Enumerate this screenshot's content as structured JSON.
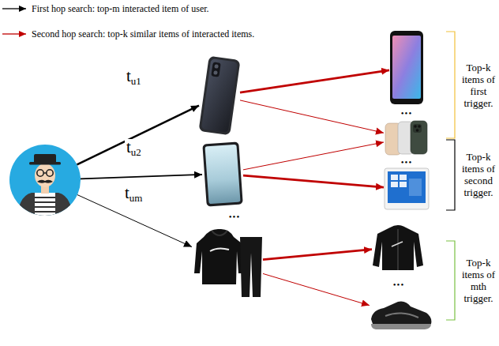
{
  "diagram": {
    "nodes": [
      {
        "text": []
      },
      {
        "text": []
      },
      {
        "text": []
      },
      {
        "text": []
      },
      {
        "text": []
      },
      {
        "text": []
      },
      {
        "text": []
      },
      {
        "text": []
      },
      {
        "text": []
      }
    ],
    "edges": [
      {
        "from": 0,
        "to": 1,
        "arrow": "to",
        "label": "tu1"
      },
      {
        "from": 0,
        "to": 2,
        "arrow": "to",
        "label": "tu2"
      },
      {
        "from": 0,
        "to": 3,
        "arrow": "to",
        "label": "tum"
      },
      {
        "from": 1,
        "to": 4,
        "arrow": "to"
      },
      {
        "from": 1,
        "to": 5,
        "arrow": "to"
      },
      {
        "from": 2,
        "to": 5,
        "arrow": "to"
      },
      {
        "from": 2,
        "to": 6,
        "arrow": "to"
      },
      {
        "from": 3,
        "to": 7,
        "arrow": "to"
      },
      {
        "from": 3,
        "to": 8,
        "arrow": "to"
      }
    ],
    "labels": [
      "Top-k items of first trigger.",
      "Top-k items of second trigger.",
      "Top-k items of mth trigger.",
      "•••",
      "•••",
      "•••",
      "•••"
    ],
    "legend": [
      {
        "text": "First hop search: top-m interacted item of user."
      },
      {
        "text": "Second hop search: top-k similar items of interacted items."
      }
    ]
  }
}
